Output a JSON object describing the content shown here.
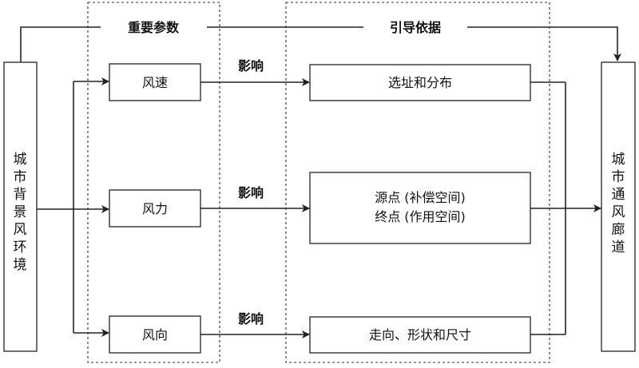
{
  "left_box": {
    "label_chars": [
      "城",
      "市",
      "背",
      "景",
      "风",
      "环",
      "境"
    ]
  },
  "right_box": {
    "label_chars": [
      "城",
      "市",
      "通",
      "风",
      "廊",
      "道"
    ]
  },
  "headers": {
    "params": "重要参数",
    "basis": "引导依据"
  },
  "params": [
    {
      "label": "风速"
    },
    {
      "label": "风力"
    },
    {
      "label": "风向"
    }
  ],
  "effect_label": "影响",
  "results": [
    {
      "lines": [
        "选址和分布"
      ]
    },
    {
      "lines": [
        "源点 (补偿空间)",
        "终点 (作用空间)"
      ]
    },
    {
      "lines": [
        "走向、形状和尺寸"
      ]
    }
  ]
}
